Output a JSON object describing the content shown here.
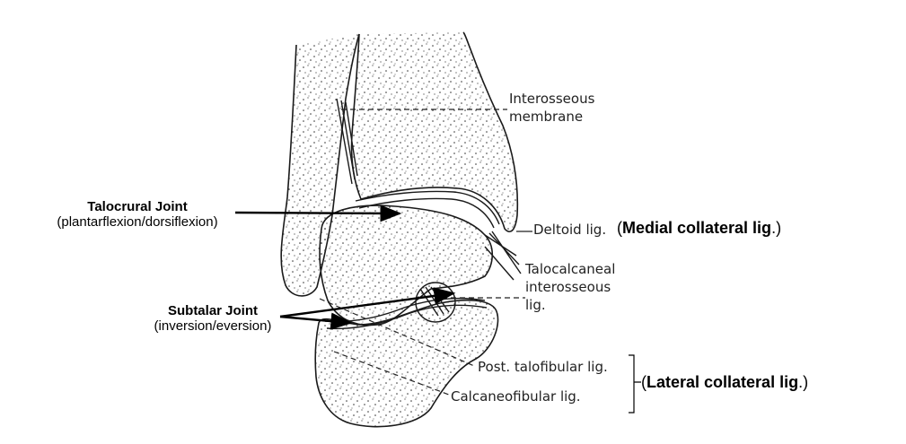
{
  "labels": {
    "interosseous_membrane": [
      "Interosseous",
      "membrane"
    ],
    "deltoid": "Deltoid lig.",
    "talocalcaneal": [
      "Talocalcaneal",
      "interosseous",
      "lig."
    ],
    "post_talofibular": "Post. talofibular lig.",
    "calcaneofibular": "Calcaneofibular lig."
  },
  "annotations": {
    "talocrural": {
      "title": "Talocrural Joint",
      "subtitle": "(plantarflexion/dorsiflexion)"
    },
    "subtalar": {
      "title": "Subtalar Joint",
      "subtitle": "(inversion/eversion)"
    },
    "medial": {
      "open": "(",
      "text": "Medial collateral lig",
      "close": ".)"
    },
    "lateral": {
      "open": "(",
      "text": "Lateral collateral lig",
      "close": ".)"
    }
  },
  "colors": {
    "ink": "#1a1a1a",
    "text": "#000000",
    "squiggle": "#d40000"
  }
}
